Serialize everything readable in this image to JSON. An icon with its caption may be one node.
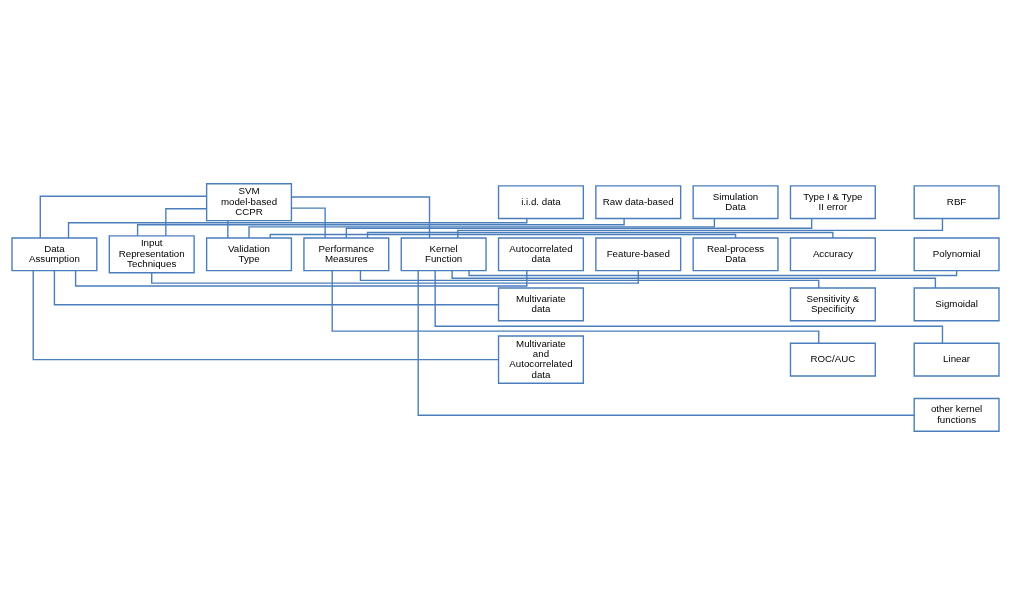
{
  "diagram": {
    "nodes": [
      {
        "text": [
          "SVM model-based CCPR"
        ]
      },
      {
        "text": [
          "Data Assumption"
        ]
      },
      {
        "text": [
          "i.i.d. data"
        ]
      },
      {
        "text": [
          "Autocorrelated data"
        ]
      },
      {
        "text": [
          "Multivariate data"
        ]
      },
      {
        "text": [
          "Multivariate and Autocorrelated data"
        ]
      },
      {
        "text": [
          "Input Representation Techniques"
        ]
      },
      {
        "text": [
          "Raw data-based"
        ]
      },
      {
        "text": [
          "Feature-based"
        ]
      },
      {
        "text": [
          "Validation Type"
        ]
      },
      {
        "text": [
          "Simulation Data"
        ]
      },
      {
        "text": [
          "Real-process Data"
        ]
      },
      {
        "text": [
          "Performance Measures"
        ]
      },
      {
        "text": [
          "Type I & Type II error"
        ]
      },
      {
        "text": [
          "Accuracy"
        ]
      },
      {
        "text": [
          "Sensitivity & Specificity"
        ]
      },
      {
        "text": [
          "ROC/AUC"
        ]
      },
      {
        "text": [
          "Kernel Function"
        ]
      },
      {
        "text": [
          "RBF"
        ]
      },
      {
        "text": [
          "Polynomial"
        ]
      },
      {
        "text": [
          "Sigmoidal"
        ]
      },
      {
        "text": [
          "Linear"
        ]
      },
      {
        "text": [
          "other kernel functions"
        ]
      }
    ],
    "edges": [
      {
        "from": 0,
        "to": 1,
        "arrow": "none"
      },
      {
        "from": 0,
        "to": 6,
        "arrow": "none"
      },
      {
        "from": 0,
        "to": 9,
        "arrow": "none"
      },
      {
        "from": 0,
        "to": 12,
        "arrow": "none"
      },
      {
        "from": 0,
        "to": 17,
        "arrow": "none"
      },
      {
        "from": 1,
        "to": 2,
        "arrow": "none"
      },
      {
        "from": 1,
        "to": 3,
        "arrow": "none"
      },
      {
        "from": 1,
        "to": 4,
        "arrow": "none"
      },
      {
        "from": 1,
        "to": 5,
        "arrow": "none"
      },
      {
        "from": 6,
        "to": 7,
        "arrow": "none"
      },
      {
        "from": 6,
        "to": 8,
        "arrow": "none"
      },
      {
        "from": 9,
        "to": 10,
        "arrow": "none"
      },
      {
        "from": 9,
        "to": 11,
        "arrow": "none"
      },
      {
        "from": 12,
        "to": 13,
        "arrow": "none"
      },
      {
        "from": 12,
        "to": 14,
        "arrow": "none"
      },
      {
        "from": 12,
        "to": 15,
        "arrow": "none"
      },
      {
        "from": 12,
        "to": 16,
        "arrow": "none"
      },
      {
        "from": 17,
        "to": 18,
        "arrow": "none"
      },
      {
        "from": 17,
        "to": 19,
        "arrow": "none"
      },
      {
        "from": 17,
        "to": 20,
        "arrow": "none"
      },
      {
        "from": 17,
        "to": 21,
        "arrow": "none"
      },
      {
        "from": 17,
        "to": 22,
        "arrow": "none"
      }
    ]
  }
}
